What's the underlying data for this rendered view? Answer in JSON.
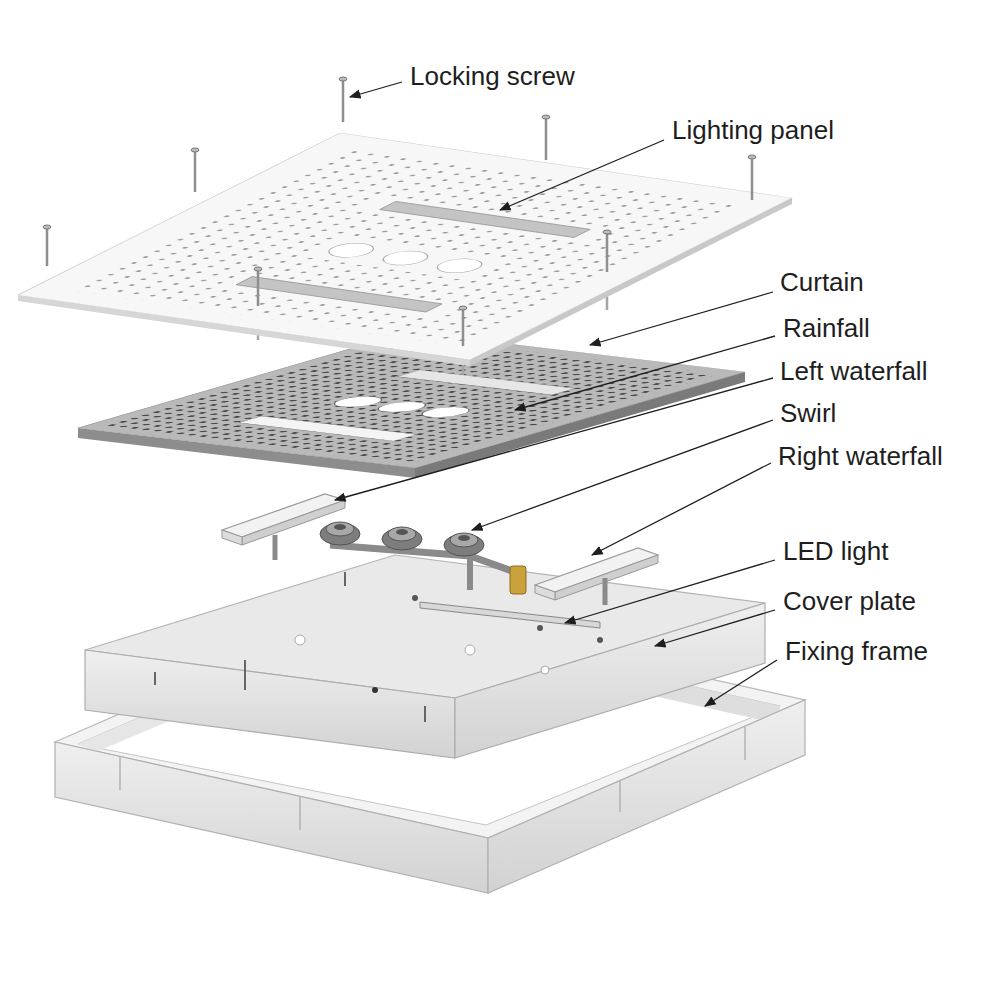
{
  "diagram": {
    "labels": [
      "Locking screw",
      "Lighting panel",
      "Curtain",
      "Rainfall",
      "Left waterfall",
      "Swirl",
      "Right waterfall",
      "LED light",
      "Cover plate",
      "Fixing frame"
    ]
  }
}
